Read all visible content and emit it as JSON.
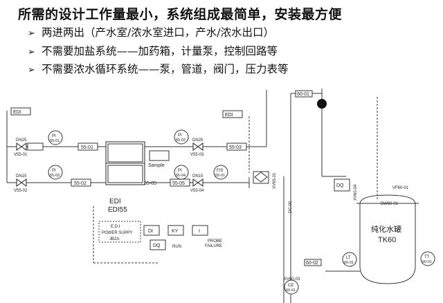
{
  "title": "所需的设计工作量最小，系统组成最简单，安装最方便",
  "bullets": [
    "两进两出（产水室/浓水室进口，产水/浓水出口）",
    "不需要加盐系统——加药箱，计量泵，控制回路等",
    "不需要浓水循环系统——泵，管道，阀门，压力表等"
  ],
  "diagram": {
    "edi_tag_left": "EDI",
    "edi_tag_mid": "EDI",
    "pipes": [
      "55-01",
      "55-02",
      "55-03",
      "55-05",
      "55-05",
      "60-01",
      "60-02"
    ],
    "instruments": [
      {
        "type": "PI",
        "tag": "55-01"
      },
      {
        "type": "PI",
        "tag": "55-03"
      },
      {
        "type": "PI",
        "tag": "55-02"
      },
      {
        "type": "PI",
        "tag": "55-04"
      },
      {
        "type": "FIS",
        "tag": "55-01"
      },
      {
        "type": "LT",
        "tag": "60-01"
      },
      {
        "type": "TT",
        "tag": "60-01"
      },
      {
        "type": "CE",
        "tag": "60-01"
      }
    ],
    "valves": [
      {
        "size": "DN25",
        "tag": "V55-01"
      },
      {
        "size": "DN15",
        "tag": "V55-02"
      },
      {
        "size": "DN25",
        "tag": "V55-03"
      },
      {
        "size": "DN15",
        "tag": "V55-04"
      }
    ],
    "valve_vert_1": "XV65-01",
    "valve_vert_2": "XV60-04",
    "valve_bottom": "XV60-03",
    "sample": "Sample",
    "edi_unit_1": "EDI",
    "edi_unit_2": "EDI55",
    "power_1": "E.D.I",
    "power_2": "POWER SUPPY",
    "power_3": "JB2A",
    "ctrl": [
      "DI",
      "KY",
      "I"
    ],
    "dq": "DQ",
    "run": "RUN",
    "probe_1": "PROBE",
    "probe_2": "FAILURE",
    "tank_name": "纯化水罐",
    "tank_tag": "TK60",
    "vent": "VF60-01",
    "bw": "BW60-01",
    "dc": "DC-00",
    "dq_right": "DQ"
  }
}
